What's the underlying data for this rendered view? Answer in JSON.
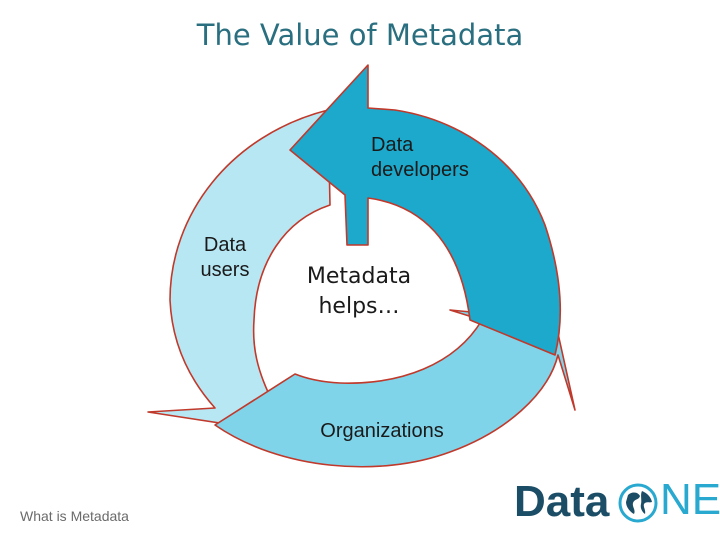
{
  "slide": {
    "title": "The Value of Metadata",
    "footer": "What is Metadata"
  },
  "diagram": {
    "center_label": "Metadata helps…",
    "arrows": [
      {
        "label": "Data developers",
        "color": "#1ca9cc"
      },
      {
        "label": "Organizations",
        "color": "#7fd4ea"
      },
      {
        "label": "Data users",
        "color": "#b8e7f4"
      }
    ],
    "outline_color": "#c0392b"
  },
  "logo": {
    "text_dark": "Data",
    "text_light": "NE",
    "dark_color": "#1b4e66",
    "light_color": "#29a9d0"
  }
}
